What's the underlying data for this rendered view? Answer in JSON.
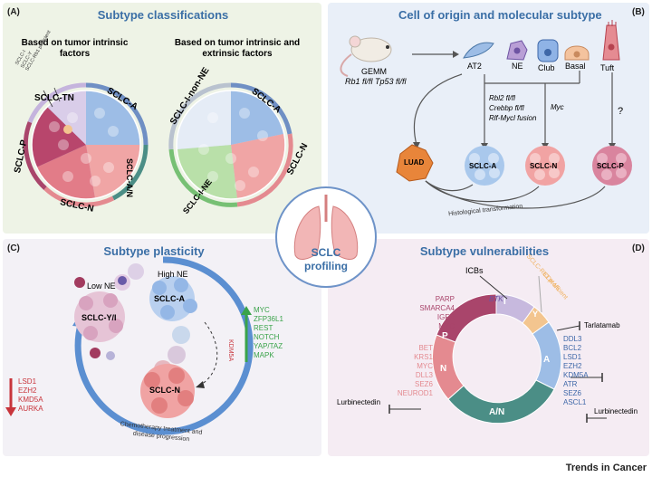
{
  "panelA": {
    "label": "(A)",
    "title": "Subtype classifications",
    "left_heading": "Based on tumor intrinsic factors",
    "right_heading": "Based on tumor intrinsic and extrinsic factors",
    "small_labels": [
      "SCLC-I",
      "SCLC-Y",
      "SCLC-Rb1 proficient"
    ],
    "left_ring_labels": [
      "SCLC-TN",
      "SCLC-A",
      "SCLC-A/N",
      "SCLC-N",
      "SCLC-P"
    ],
    "right_ring_labels": [
      "SCLC-I-non-NE",
      "SCLC-A",
      "SCLC-N",
      "SCLC-I-NE"
    ]
  },
  "panelB": {
    "label": "(B)",
    "title": "Cell of origin and molecular subtype",
    "mouse_label": "GEMM",
    "mouse_genes": "Rb1 fl/fl Tp53 fl/fl",
    "cells": [
      "AT2",
      "NE",
      "Club",
      "Basal",
      "Tuft"
    ],
    "genes": [
      "Rbl2 fl/fl",
      "Crebbp fl/fl",
      "Rlf-Mycl fusion"
    ],
    "myc": "Myc",
    "question": "?",
    "tumors": [
      "LUAD",
      "SCLC-A",
      "SCLC-N",
      "SCLC-P"
    ],
    "transformation": "Histological transformation"
  },
  "center": {
    "label_line1": "SCLC",
    "label_line2": "profiling"
  },
  "panelC": {
    "label": "(C)",
    "title": "Subtype plasticity",
    "high_ne": "High NE",
    "low_ne": "Low NE",
    "clusters": [
      "SCLC-A",
      "SCLC-Y/I",
      "SCLC-N"
    ],
    "kdm5a": "KDM5A",
    "up_genes": [
      "MYC",
      "ZFP36L1",
      "REST",
      "NOTCH",
      "YAP/TAZ",
      "MAPK"
    ],
    "down_genes": [
      "LSD1",
      "EZH2",
      "KMD5A",
      "AURKA"
    ],
    "bottom_note_line1": "Chemotherapy treatment and",
    "bottom_note_line2": "disease progression"
  },
  "panelD": {
    "label": "(D)",
    "title": "Subtype vulnerabilities",
    "icbs": "ICBs",
    "btk": "BTK",
    "rb1": "SCLC-Rb1 proficient",
    "cdk46": "CDK4/6",
    "segments": [
      "P",
      "I",
      "Y",
      "A",
      "A/N",
      "N"
    ],
    "p_targets": [
      "PARP",
      "SMARCA4",
      "IGFR",
      "MYC"
    ],
    "n_targets": [
      "BET",
      "KRS1",
      "MYC",
      "DLL3",
      "SEZ6",
      "NEUROD1"
    ],
    "a_targets": [
      "DDL3",
      "BCL2",
      "LSD1",
      "EZH2",
      "KDM5A",
      "ATR",
      "SEZ6",
      "ASCL1"
    ],
    "tarlatamab": "Tarlatamab",
    "lurbinectedin_left": "Lurbinectedin",
    "lurbinectedin_right": "Lurbinectedin"
  },
  "footer": "Trends in Cancer",
  "colors": {
    "title_blue": "#3b6fa6",
    "scl_a": "#8fb7e3",
    "scl_n": "#e88a8a",
    "scl_p": "#b0456a",
    "scl_i": "#c7b9de",
    "scl_y": "#f3c58f",
    "green_up": "#3aa34a",
    "red_down": "#c8343b"
  }
}
